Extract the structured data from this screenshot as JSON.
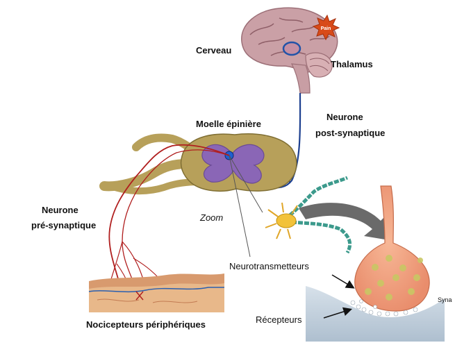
{
  "labels": {
    "cerveau": "Cerveau",
    "thalamus": "Thalamus",
    "pain": "Pain",
    "neurone_post_line1": "Neurone",
    "neurone_post_line2": "post-synaptique",
    "moelle": "Moelle épinière",
    "neurone_pre_line1": "Neurone",
    "neurone_pre_line2": "pré-synaptique",
    "zoom": "Zoom",
    "neurotransmetteurs": "Neurotransmetteurs",
    "recepteurs": "Récepteurs",
    "nocicepteurs": "Nocicepteurs périphériques",
    "synapse_partial": "Syna"
  },
  "colors": {
    "brain": "#c9a0a6",
    "spinal_outer": "#b7a05a",
    "spinal_inner": "#8a66b6",
    "nerve_red": "#b01e1e",
    "post_neuron_blue": "#1c3f8f",
    "synapse_orange": "#f2a583",
    "skin": "#e8b88a",
    "pain_star": "#d84b1a"
  }
}
